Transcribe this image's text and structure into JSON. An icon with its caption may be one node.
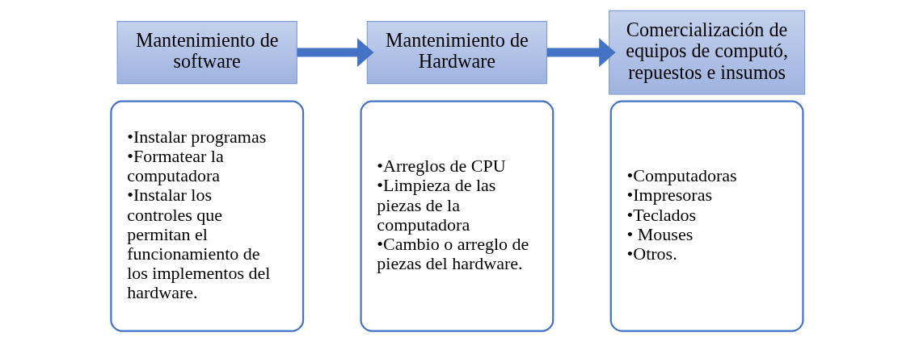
{
  "diagram": {
    "nodes": [
      {
        "text": [
          "Mantenimiento de software"
        ]
      },
      {
        "text": [
          "•Instalar programas",
          "•Formatear la computadora",
          "•Instalar los controles que permitan el funcionamiento de los implementos del hardware."
        ]
      },
      {
        "text": [
          "Mantenimiento de Hardware"
        ]
      },
      {
        "text": [
          "•Arreglos de CPU",
          "•Limpieza de las piezas de la computadora",
          "•Cambio o arreglo de piezas del hardware."
        ]
      },
      {
        "text": [
          "Comercialización de equipos de computó, repuestos e insumos"
        ]
      },
      {
        "text": [
          "•Computadoras",
          "•Impresoras",
          "•Teclados",
          "• Mouses",
          "•Otros."
        ]
      }
    ],
    "edges": [
      {
        "from": 0,
        "to": 2,
        "arrow": "to"
      },
      {
        "from": 2,
        "to": 4,
        "arrow": "to"
      }
    ]
  }
}
